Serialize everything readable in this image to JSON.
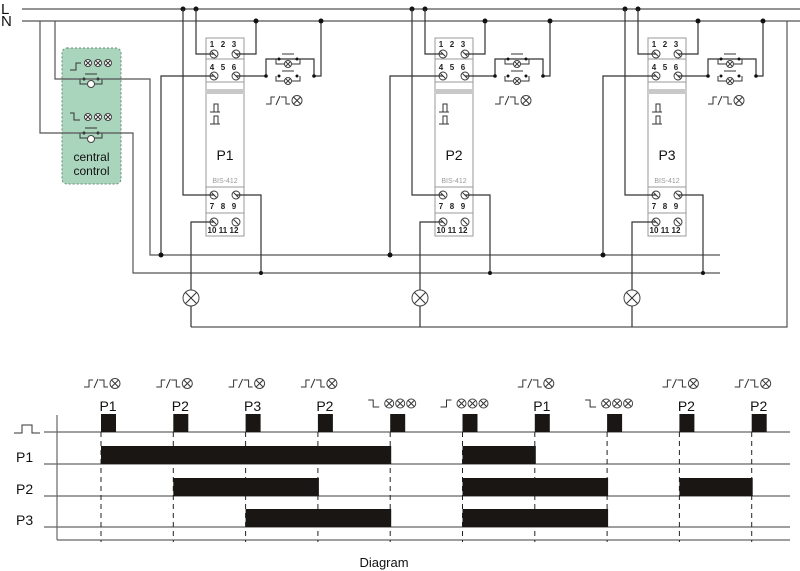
{
  "rails": {
    "line_label": "L",
    "neutral_label": "N"
  },
  "central_control": {
    "label_line1": "central",
    "label_line2": "control",
    "on_button_symbol": "rising-edge-all-lamps-on",
    "off_button_symbol": "falling-edge-all-lamps-off",
    "background_color": "#a9d5bd"
  },
  "relays": [
    {
      "name": "P1",
      "model": "BIS-412",
      "terminals_top": [
        "1",
        "2",
        "3"
      ],
      "terminals_mid": [
        "4",
        "5",
        "6"
      ],
      "terminals_low": [
        "7",
        "8",
        "9"
      ],
      "terminals_bottom": [
        "10",
        "11",
        "12"
      ],
      "button_symbol": "toggle-lamp"
    },
    {
      "name": "P2",
      "model": "BIS-412",
      "terminals_top": [
        "1",
        "2",
        "3"
      ],
      "terminals_mid": [
        "4",
        "5",
        "6"
      ],
      "terminals_low": [
        "7",
        "8",
        "9"
      ],
      "terminals_bottom": [
        "10",
        "11",
        "12"
      ],
      "button_symbol": "toggle-lamp"
    },
    {
      "name": "P3",
      "model": "BIS-412",
      "terminals_top": [
        "1",
        "2",
        "3"
      ],
      "terminals_mid": [
        "4",
        "5",
        "6"
      ],
      "terminals_low": [
        "7",
        "8",
        "9"
      ],
      "terminals_bottom": [
        "10",
        "11",
        "12"
      ],
      "button_symbol": "toggle-lamp"
    }
  ],
  "caption": "Diagram",
  "chart_data": {
    "type": "timing",
    "title": "Diagram",
    "rows": [
      "pulse",
      "P1",
      "P2",
      "P3"
    ],
    "row_labels": [
      "",
      "P1",
      "P2",
      "P3"
    ],
    "pulse_row_symbol": "pulse",
    "events": [
      {
        "step": 1,
        "symbol": "toggle",
        "label": "P1"
      },
      {
        "step": 2,
        "symbol": "toggle",
        "label": "P2"
      },
      {
        "step": 3,
        "symbol": "toggle",
        "label": "P3"
      },
      {
        "step": 4,
        "symbol": "toggle",
        "label": "P2"
      },
      {
        "step": 5,
        "symbol": "all-off",
        "label": ""
      },
      {
        "step": 6,
        "symbol": "all-on",
        "label": ""
      },
      {
        "step": 7,
        "symbol": "toggle",
        "label": "P1"
      },
      {
        "step": 8,
        "symbol": "all-off",
        "label": ""
      },
      {
        "step": 9,
        "symbol": "toggle",
        "label": "P2"
      },
      {
        "step": 10,
        "symbol": "toggle",
        "label": "P2"
      }
    ],
    "states": {
      "P1": [
        [
          1,
          5
        ],
        [
          6,
          7
        ]
      ],
      "P2": [
        [
          2,
          4
        ],
        [
          6,
          8
        ],
        [
          9,
          10
        ]
      ],
      "P3": [
        [
          3,
          5
        ],
        [
          6,
          8
        ]
      ]
    },
    "x_range": [
      0,
      10.5
    ]
  }
}
